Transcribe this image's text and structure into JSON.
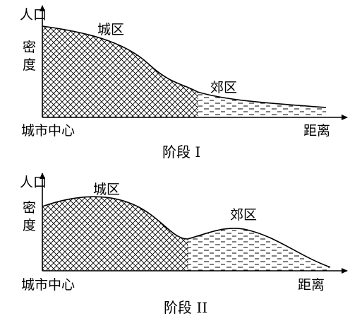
{
  "diagram_i": {
    "y_axis_label": [
      "人口",
      "密",
      "度"
    ],
    "x_origin_label": "城市中心",
    "x_end_label": "距离",
    "urban_label": "城区",
    "suburb_label": "郊区",
    "caption": "阶段 I"
  },
  "diagram_ii": {
    "y_axis_label": [
      "人口",
      "密",
      "度"
    ],
    "x_origin_label": "城市中心",
    "x_end_label": "距离",
    "urban_label": "城区",
    "suburb_label": "郊区",
    "caption": "阶段 II"
  }
}
